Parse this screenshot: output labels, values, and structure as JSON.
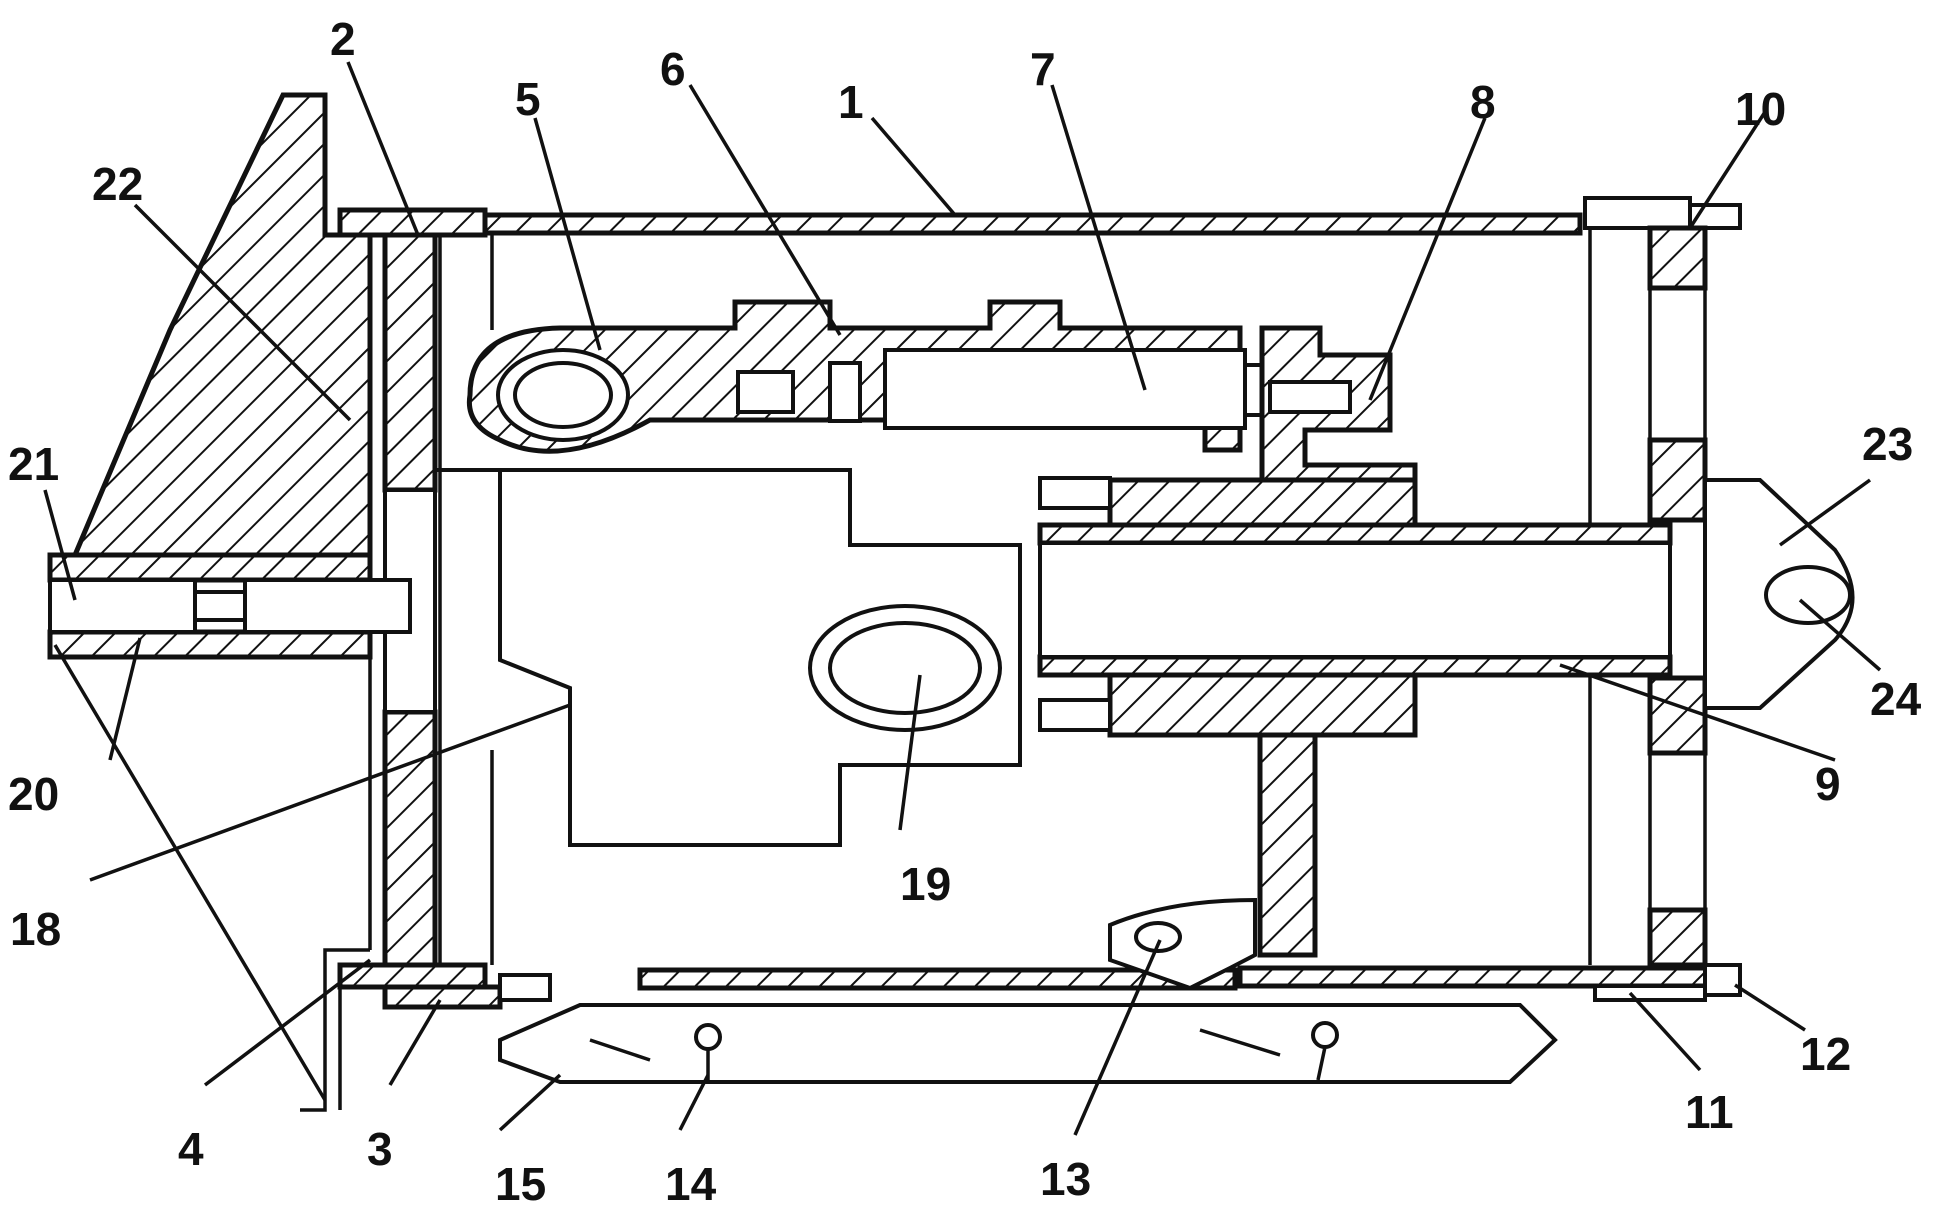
{
  "figure": {
    "colors": {
      "ink": "#111111",
      "background": "#ffffff"
    },
    "labels": {
      "l1": "1",
      "l2": "2",
      "l3": "3",
      "l4": "4",
      "l5": "5",
      "l6": "6",
      "l7": "7",
      "l8": "8",
      "l9": "9",
      "l10": "10",
      "l11": "11",
      "l12": "12",
      "l13": "13",
      "l14": "14",
      "l15": "15",
      "l18": "18",
      "l19": "19",
      "l20": "20",
      "l21": "21",
      "l22": "22",
      "l23": "23",
      "l24": "24"
    }
  }
}
